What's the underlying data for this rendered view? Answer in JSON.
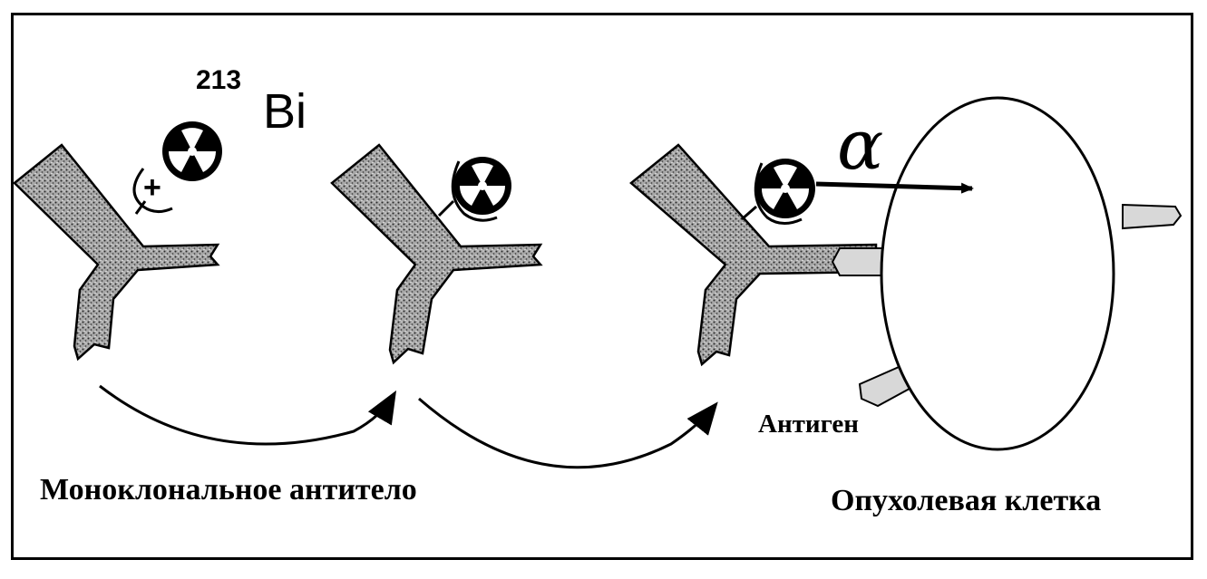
{
  "labels": {
    "antibody": "Моноклональное антитело",
    "tumor_cell": "Опухолевая клетка",
    "antigen": "Антиген",
    "isotope_mass": "213",
    "isotope_element": "Bi",
    "alpha": "α",
    "charge": "+"
  },
  "colors": {
    "ink": "#000000",
    "paper": "#ffffff",
    "antibody_fill": "#9c9c9c",
    "antigen_fill": "#d8d8d8"
  },
  "icons": {
    "radiation": "radiation-trefoil-icon"
  }
}
